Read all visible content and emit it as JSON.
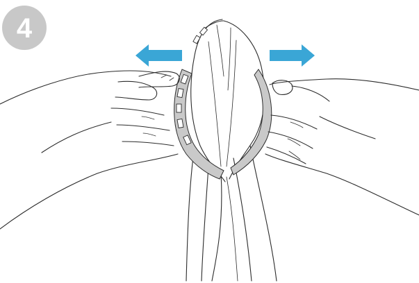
{
  "step": {
    "number": "4",
    "badge_color": "#c8c8c8",
    "number_color": "#ffffff"
  },
  "arrows": {
    "color": "#3aa6d6",
    "left_direction": "left",
    "right_direction": "right"
  },
  "band_color": "#c9c9c9",
  "line_color": "#2b2b2b"
}
